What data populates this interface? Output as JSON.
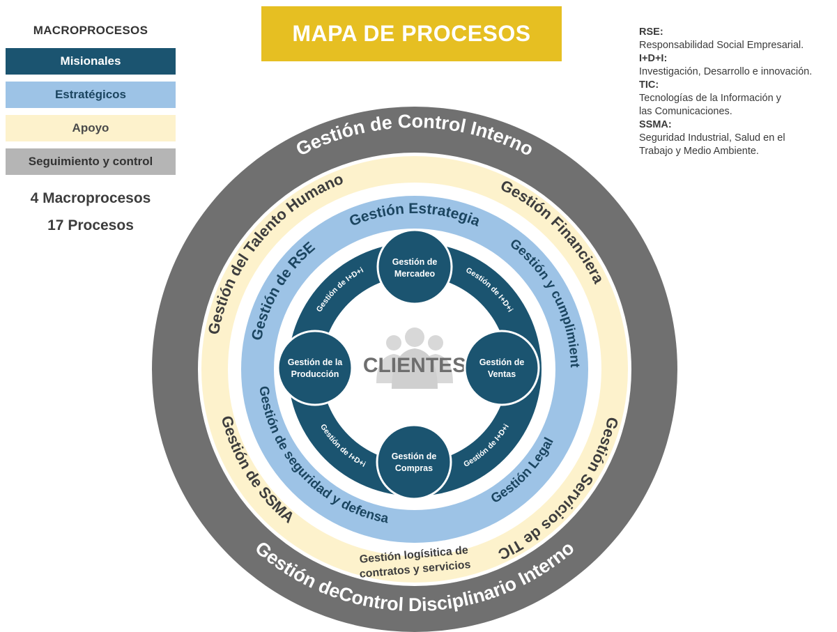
{
  "legend": {
    "title": "MACROPROCESOS",
    "items": [
      {
        "label": "Misionales",
        "bg": "#1b5470",
        "fg": "#ffffff"
      },
      {
        "label": "Estratégicos",
        "bg": "#9dc3e6",
        "fg": "#1b4560"
      },
      {
        "label": "Apoyo",
        "bg": "#fdf2cc",
        "fg": "#4a4a4a"
      },
      {
        "label": "Seguimiento y control",
        "bg": "#b5b5b5",
        "fg": "#333333"
      }
    ],
    "summary": [
      "4 Macroprocesos",
      "17 Procesos"
    ]
  },
  "title": "MAPA DE PROCESOS",
  "glossary": [
    {
      "term": "RSE:",
      "definition": "Responsabilidad Social Empresarial."
    },
    {
      "term": "I+D+I:",
      "definition": "Investigación, Desarrollo e innovación."
    },
    {
      "term": "TIC:",
      "definition": "Tecnologías de la Información y\nlas Comunicaciones."
    },
    {
      "term": "SSMA:",
      "definition": "Seguridad Industrial, Salud en el\nTrabajo y Medio Ambiente."
    }
  ],
  "colors": {
    "control_ring": "#707070",
    "support_ring": "#fdf2cc",
    "strategic_ring": "#9dc3e6",
    "mission_ring": "#1b5470",
    "title_bg": "#e6bf22",
    "control_text": "#ffffff",
    "support_text": "#3d3d3d",
    "strategic_text": "#1b4560"
  },
  "diagram": {
    "control": {
      "top": "Gestión de Control Interno",
      "bottom": "Gestión deControl Disciplinario Interno"
    },
    "support": {
      "talento": "Gestión del Talento Humano",
      "financiera": "Gestión Financiera",
      "tic": "Gestión Servicios de TIC",
      "ssma": "Gestión de SSMA",
      "logistica_line1": "Gestión logísitica de",
      "logistica_line2": "contratos y servicios"
    },
    "strategic": {
      "estrategia": "Gestión  Estrategia",
      "rse": "Gestión  de RSE",
      "cumplimiento": "Gestión  y cumplimiento",
      "seguridad": "Gestión  de seguridad y defensa",
      "legal": "Gestión  Legal"
    },
    "center_label": "CLIENTES",
    "nodes": [
      {
        "id": "mercadeo",
        "line1": "Gestión de",
        "line2": "Mercadeo"
      },
      {
        "id": "ventas",
        "line1": "Gestión de",
        "line2": "Ventas"
      },
      {
        "id": "compras",
        "line1": "Gestión de",
        "line2": "Compras"
      },
      {
        "id": "produccion",
        "line1": "Gestión de la",
        "line2": "Producción"
      }
    ],
    "links": [
      "Gestión de I+D+i",
      "Gestión de I+D+i",
      "Gestión de I+D+i",
      "Gestión de I+D+i"
    ]
  }
}
